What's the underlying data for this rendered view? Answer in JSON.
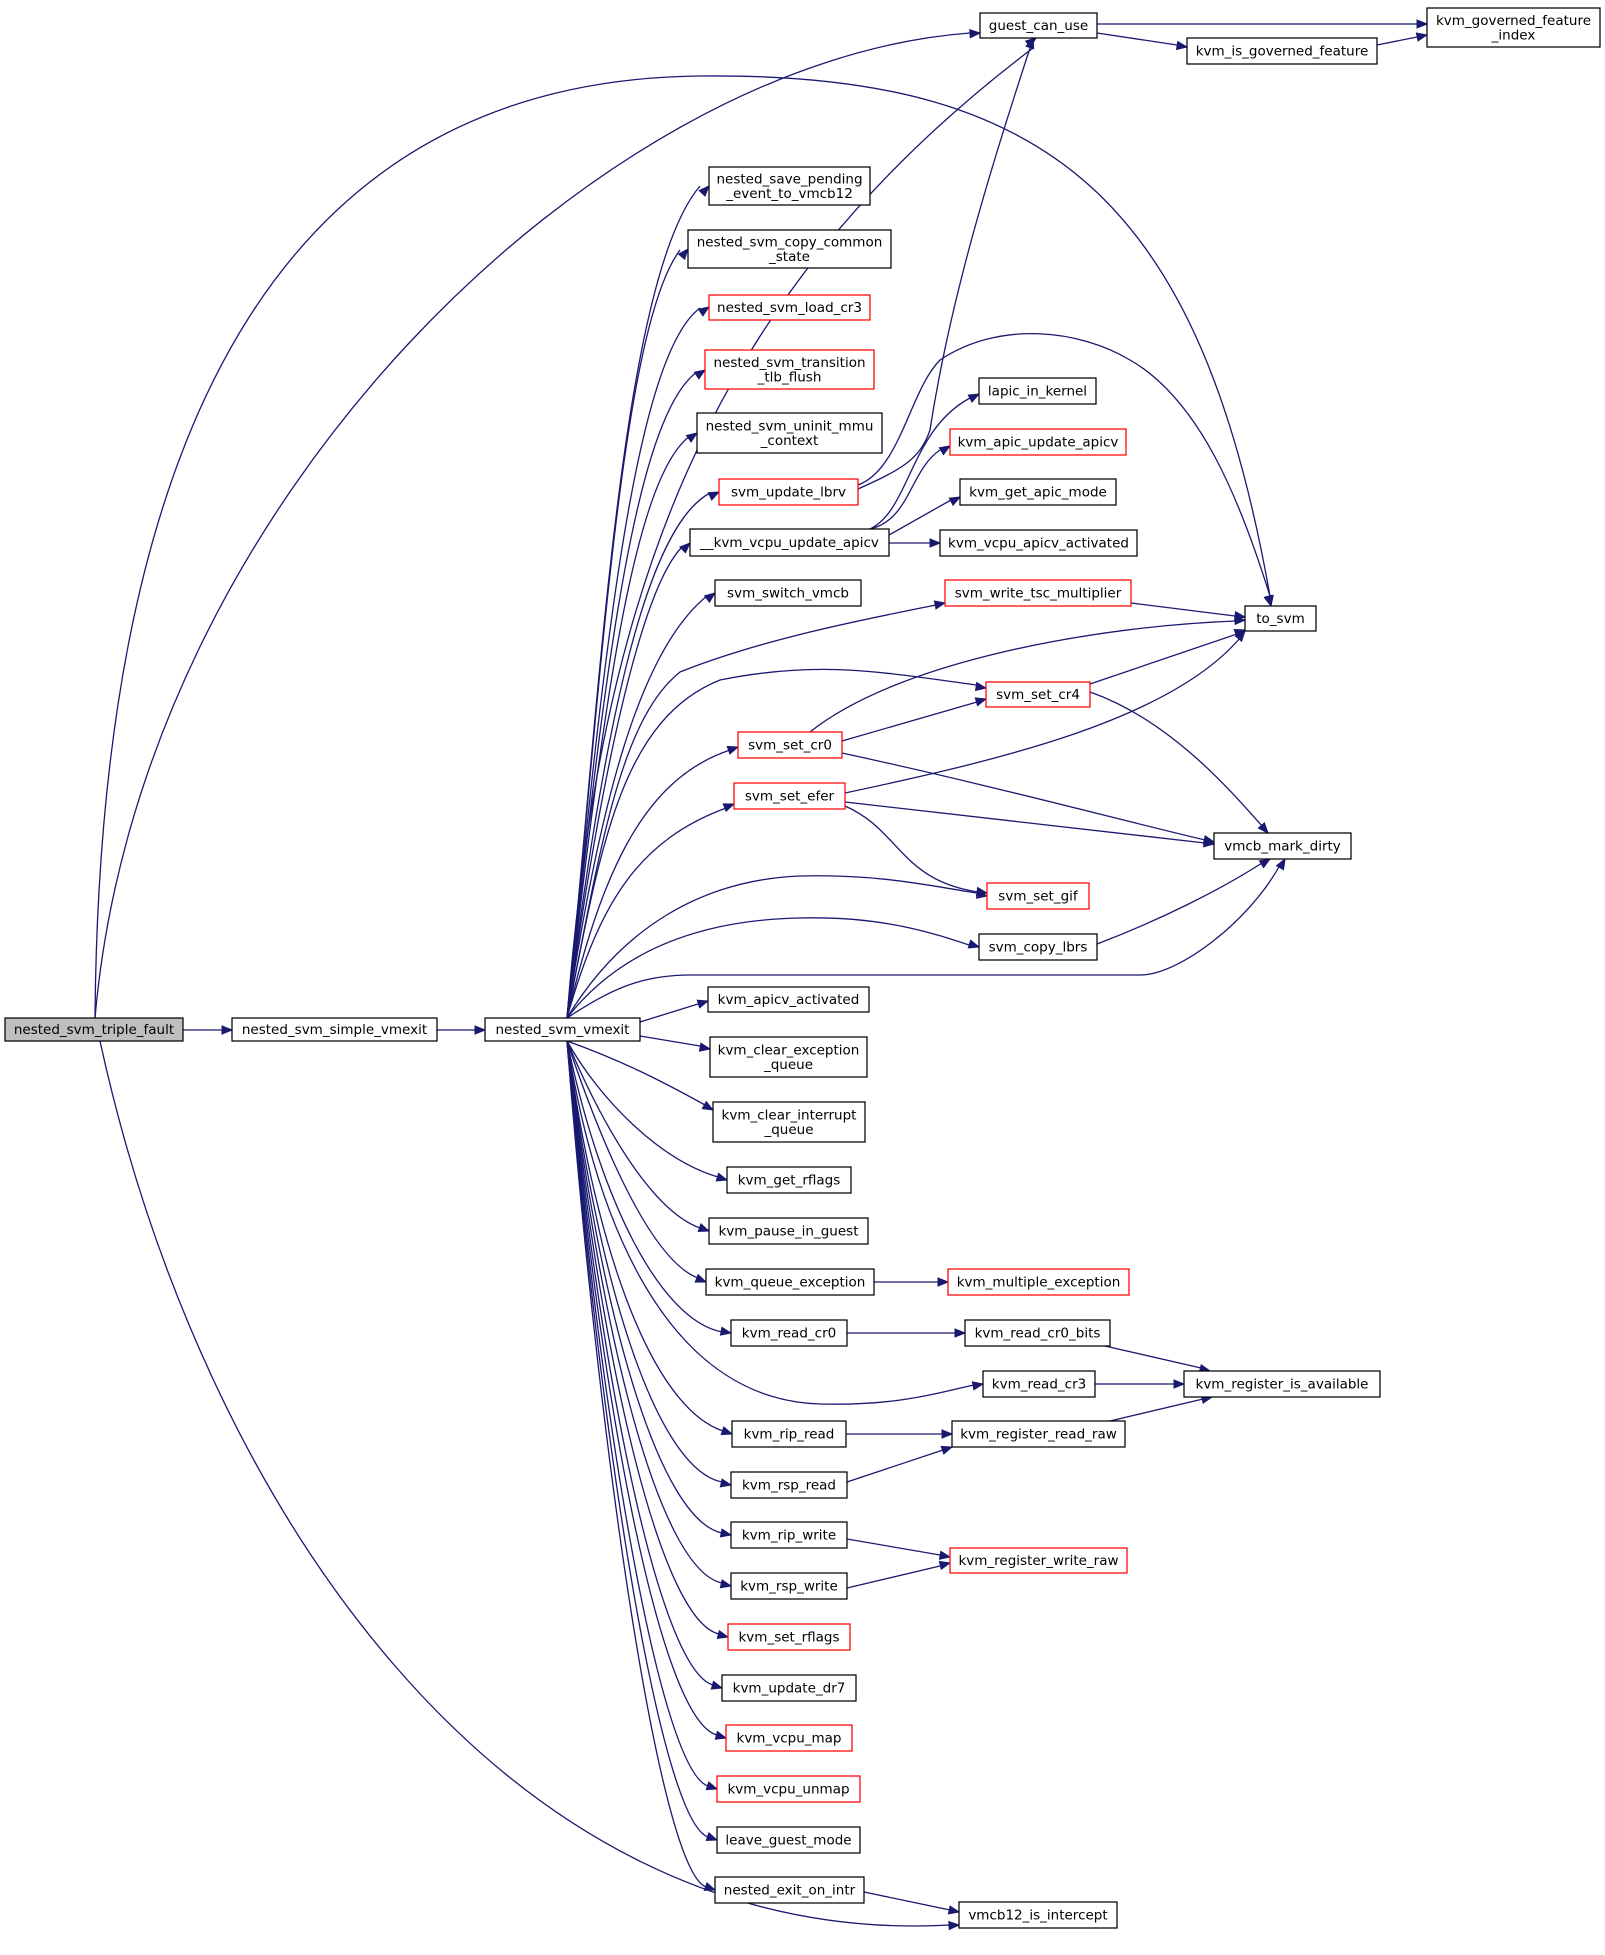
{
  "colors": {
    "edge": "#191970",
    "border_default": "#000000",
    "border_truncated": "#ff0000",
    "fill_default": "#ffffff",
    "fill_root": "#bfbfbf"
  },
  "nodes": {
    "n_root": {
      "label": [
        "nested_svm_triple_fault"
      ],
      "style": "root"
    },
    "n_simple": {
      "label": [
        "nested_svm_simple_vmexit"
      ],
      "style": "default"
    },
    "n_vmexit": {
      "label": [
        "nested_svm_vmexit"
      ],
      "style": "default"
    },
    "n_guest": {
      "label": [
        "guest_can_use"
      ],
      "style": "default"
    },
    "n_isgov": {
      "label": [
        "kvm_is_governed_feature"
      ],
      "style": "default"
    },
    "n_govidx": {
      "label": [
        "kvm_governed_feature",
        "_index"
      ],
      "style": "default"
    },
    "n_savepend": {
      "label": [
        "nested_save_pending",
        "_event_to_vmcb12"
      ],
      "style": "default"
    },
    "n_copycommon": {
      "label": [
        "nested_svm_copy_common",
        "_state"
      ],
      "style": "default"
    },
    "n_loadcr3": {
      "label": [
        "nested_svm_load_cr3"
      ],
      "style": "truncated"
    },
    "n_tlbflush": {
      "label": [
        "nested_svm_transition",
        "_tlb_flush"
      ],
      "style": "truncated"
    },
    "n_uninit": {
      "label": [
        "nested_svm_uninit_mmu",
        "_context"
      ],
      "style": "default"
    },
    "n_updlbrv": {
      "label": [
        "svm_update_lbrv"
      ],
      "style": "truncated"
    },
    "n_updapicv": {
      "label": [
        "__kvm_vcpu_update_apicv"
      ],
      "style": "default"
    },
    "n_switch": {
      "label": [
        "svm_switch_vmcb"
      ],
      "style": "default"
    },
    "n_lapic": {
      "label": [
        "lapic_in_kernel"
      ],
      "style": "default"
    },
    "n_apicupd": {
      "label": [
        "kvm_apic_update_apicv"
      ],
      "style": "truncated"
    },
    "n_apicmode": {
      "label": [
        "kvm_get_apic_mode"
      ],
      "style": "default"
    },
    "n_vcpuapicv": {
      "label": [
        "kvm_vcpu_apicv_activated"
      ],
      "style": "default"
    },
    "n_tscmult": {
      "label": [
        "svm_write_tsc_multiplier"
      ],
      "style": "truncated"
    },
    "n_tosvm": {
      "label": [
        "to_svm"
      ],
      "style": "default"
    },
    "n_setcr4": {
      "label": [
        "svm_set_cr4"
      ],
      "style": "truncated"
    },
    "n_setcr0": {
      "label": [
        "svm_set_cr0"
      ],
      "style": "truncated"
    },
    "n_setefer": {
      "label": [
        "svm_set_efer"
      ],
      "style": "truncated"
    },
    "n_markdirty": {
      "label": [
        "vmcb_mark_dirty"
      ],
      "style": "default"
    },
    "n_setgif": {
      "label": [
        "svm_set_gif"
      ],
      "style": "truncated"
    },
    "n_copylbrs": {
      "label": [
        "svm_copy_lbrs"
      ],
      "style": "default"
    },
    "n_apicvact": {
      "label": [
        "kvm_apicv_activated"
      ],
      "style": "default"
    },
    "n_clrexc": {
      "label": [
        "kvm_clear_exception",
        "_queue"
      ],
      "style": "default"
    },
    "n_clrint": {
      "label": [
        "kvm_clear_interrupt",
        "_queue"
      ],
      "style": "default"
    },
    "n_rflags": {
      "label": [
        "kvm_get_rflags"
      ],
      "style": "default"
    },
    "n_pause": {
      "label": [
        "kvm_pause_in_guest"
      ],
      "style": "default"
    },
    "n_queueexc": {
      "label": [
        "kvm_queue_exception"
      ],
      "style": "default"
    },
    "n_multexc": {
      "label": [
        "kvm_multiple_exception"
      ],
      "style": "truncated"
    },
    "n_readcr0": {
      "label": [
        "kvm_read_cr0"
      ],
      "style": "default"
    },
    "n_cr0bits": {
      "label": [
        "kvm_read_cr0_bits"
      ],
      "style": "default"
    },
    "n_readcr3": {
      "label": [
        "kvm_read_cr3"
      ],
      "style": "default"
    },
    "n_regavail": {
      "label": [
        "kvm_register_is_available"
      ],
      "style": "default"
    },
    "n_ripread": {
      "label": [
        "kvm_rip_read"
      ],
      "style": "default"
    },
    "n_regreadraw": {
      "label": [
        "kvm_register_read_raw"
      ],
      "style": "default"
    },
    "n_rspread": {
      "label": [
        "kvm_rsp_read"
      ],
      "style": "default"
    },
    "n_ripwrite": {
      "label": [
        "kvm_rip_write"
      ],
      "style": "default"
    },
    "n_regwriteraw": {
      "label": [
        "kvm_register_write_raw"
      ],
      "style": "truncated"
    },
    "n_rspwrite": {
      "label": [
        "kvm_rsp_write"
      ],
      "style": "default"
    },
    "n_setrflags": {
      "label": [
        "kvm_set_rflags"
      ],
      "style": "truncated"
    },
    "n_dr7": {
      "label": [
        "kvm_update_dr7"
      ],
      "style": "default"
    },
    "n_vcpumap": {
      "label": [
        "kvm_vcpu_map"
      ],
      "style": "truncated"
    },
    "n_vcpuunmap": {
      "label": [
        "kvm_vcpu_unmap"
      ],
      "style": "truncated"
    },
    "n_leave": {
      "label": [
        "leave_guest_mode"
      ],
      "style": "default"
    },
    "n_exitintr": {
      "label": [
        "nested_exit_on_intr"
      ],
      "style": "default"
    },
    "n_intercept": {
      "label": [
        "vmcb12_is_intercept"
      ],
      "style": "default"
    }
  },
  "edges": [
    [
      "n_root",
      "n_simple"
    ],
    [
      "n_root",
      "n_guest"
    ],
    [
      "n_root",
      "n_tosvm"
    ],
    [
      "n_root",
      "n_intercept"
    ],
    [
      "n_simple",
      "n_vmexit"
    ],
    [
      "n_vmexit",
      "n_guest"
    ],
    [
      "n_vmexit",
      "n_savepend"
    ],
    [
      "n_vmexit",
      "n_copycommon"
    ],
    [
      "n_vmexit",
      "n_loadcr3"
    ],
    [
      "n_vmexit",
      "n_tlbflush"
    ],
    [
      "n_vmexit",
      "n_uninit"
    ],
    [
      "n_vmexit",
      "n_updlbrv"
    ],
    [
      "n_vmexit",
      "n_updapicv"
    ],
    [
      "n_vmexit",
      "n_switch"
    ],
    [
      "n_vmexit",
      "n_tscmult"
    ],
    [
      "n_vmexit",
      "n_setcr4"
    ],
    [
      "n_vmexit",
      "n_setcr0"
    ],
    [
      "n_vmexit",
      "n_setefer"
    ],
    [
      "n_vmexit",
      "n_setgif"
    ],
    [
      "n_vmexit",
      "n_copylbrs"
    ],
    [
      "n_vmexit",
      "n_markdirty"
    ],
    [
      "n_vmexit",
      "n_apicvact"
    ],
    [
      "n_vmexit",
      "n_clrexc"
    ],
    [
      "n_vmexit",
      "n_clrint"
    ],
    [
      "n_vmexit",
      "n_rflags"
    ],
    [
      "n_vmexit",
      "n_pause"
    ],
    [
      "n_vmexit",
      "n_queueexc"
    ],
    [
      "n_vmexit",
      "n_readcr0"
    ],
    [
      "n_vmexit",
      "n_readcr3"
    ],
    [
      "n_vmexit",
      "n_ripread"
    ],
    [
      "n_vmexit",
      "n_rspread"
    ],
    [
      "n_vmexit",
      "n_ripwrite"
    ],
    [
      "n_vmexit",
      "n_rspwrite"
    ],
    [
      "n_vmexit",
      "n_setrflags"
    ],
    [
      "n_vmexit",
      "n_dr7"
    ],
    [
      "n_vmexit",
      "n_vcpumap"
    ],
    [
      "n_vmexit",
      "n_vcpuunmap"
    ],
    [
      "n_vmexit",
      "n_leave"
    ],
    [
      "n_vmexit",
      "n_exitintr"
    ],
    [
      "n_guest",
      "n_govidx"
    ],
    [
      "n_guest",
      "n_isgov"
    ],
    [
      "n_isgov",
      "n_govidx"
    ],
    [
      "n_updlbrv",
      "n_guest"
    ],
    [
      "n_updlbrv",
      "n_tosvm"
    ],
    [
      "n_updapicv",
      "n_lapic"
    ],
    [
      "n_updapicv",
      "n_apicupd"
    ],
    [
      "n_updapicv",
      "n_apicmode"
    ],
    [
      "n_updapicv",
      "n_vcpuapicv"
    ],
    [
      "n_tscmult",
      "n_tosvm"
    ],
    [
      "n_setcr4",
      "n_tosvm"
    ],
    [
      "n_setcr4",
      "n_markdirty"
    ],
    [
      "n_setcr0",
      "n_tosvm"
    ],
    [
      "n_setcr0",
      "n_setcr4"
    ],
    [
      "n_setcr0",
      "n_markdirty"
    ],
    [
      "n_setefer",
      "n_tosvm"
    ],
    [
      "n_setefer",
      "n_markdirty"
    ],
    [
      "n_setefer",
      "n_setgif"
    ],
    [
      "n_copylbrs",
      "n_markdirty"
    ],
    [
      "n_queueexc",
      "n_multexc"
    ],
    [
      "n_readcr0",
      "n_cr0bits"
    ],
    [
      "n_cr0bits",
      "n_regavail"
    ],
    [
      "n_readcr3",
      "n_regavail"
    ],
    [
      "n_ripread",
      "n_regreadraw"
    ],
    [
      "n_rspread",
      "n_regreadraw"
    ],
    [
      "n_regreadraw",
      "n_regavail"
    ],
    [
      "n_ripwrite",
      "n_regwriteraw"
    ],
    [
      "n_rspwrite",
      "n_regwriteraw"
    ],
    [
      "n_exitintr",
      "n_intercept"
    ]
  ]
}
